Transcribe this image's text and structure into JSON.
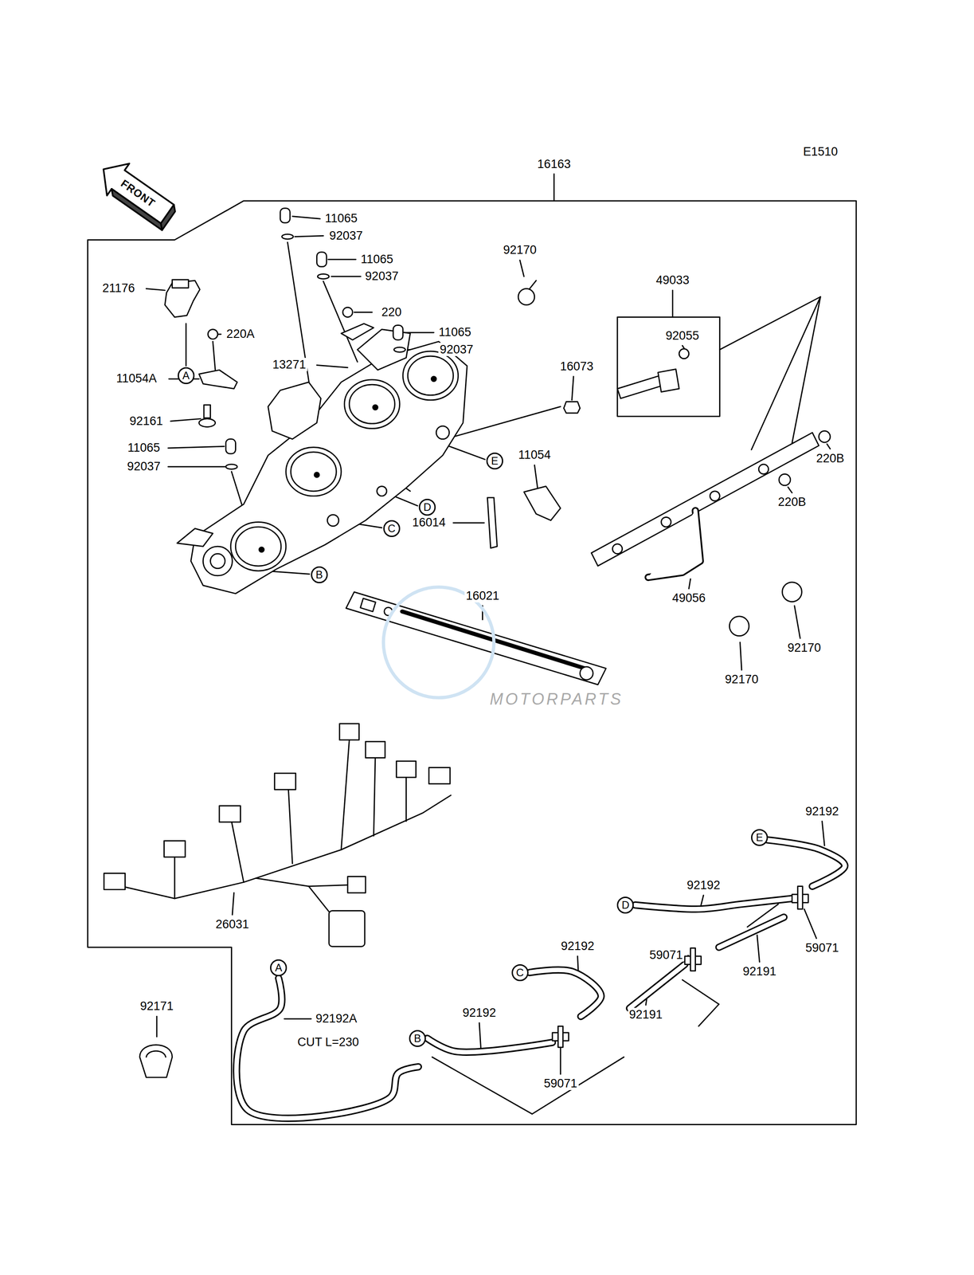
{
  "diagram": {
    "nodes": [
      {
        "text": [
          "A"
        ]
      },
      {
        "text": [
          "E"
        ]
      },
      {
        "text": [
          "D"
        ]
      },
      {
        "text": [
          "C"
        ]
      },
      {
        "text": [
          "B"
        ]
      },
      {
        "text": [
          "E"
        ]
      },
      {
        "text": [
          "D"
        ]
      },
      {
        "text": [
          "A"
        ]
      },
      {
        "text": [
          "C"
        ]
      },
      {
        "text": [
          "B"
        ]
      }
    ],
    "labels": [
      "E1510",
      "16163",
      "FRONT",
      "11065",
      "92037",
      "92170",
      "11065",
      "92037",
      "49033",
      "21176",
      "220",
      "220A",
      "11065",
      "92037",
      "92055",
      "13271",
      "16073",
      "11054A",
      "92161",
      "11065",
      "11054",
      "220B",
      "92037",
      "220B",
      "16014",
      "16021",
      "49056",
      "MOTORPARTS",
      "92170",
      "92170",
      "92192",
      "92192",
      "26031",
      "92192",
      "59071",
      "59071",
      "92191",
      "92171",
      "92192",
      "92191",
      "92192A",
      "CUT L=230",
      "59071"
    ]
  }
}
